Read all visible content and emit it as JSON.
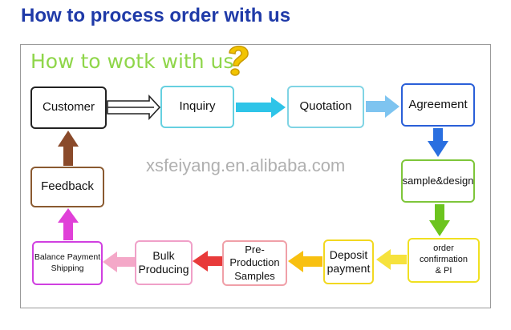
{
  "header": {
    "title": "How to process order with us"
  },
  "diagram": {
    "subtitle": "How to wotk with us",
    "watermark": "xsfeiyang.en.alibaba.com",
    "steps": {
      "customer": "Customer",
      "inquiry": "Inquiry",
      "quotation": "Quotation",
      "agreement": "Agreement",
      "sample_design": "sample&design",
      "order_confirmation_line1": "order confirmation",
      "order_confirmation_line2": "& PI",
      "deposit_line1": "Deposit",
      "deposit_line2": "payment",
      "pre_production_line1": "Pre-Production",
      "pre_production_line2": "Samples",
      "bulk_line1": "Bulk",
      "bulk_line2": "Producing",
      "balance_line1": "Balance Payment",
      "balance_line2": "Shipping",
      "feedback": "Feedback"
    },
    "colors": {
      "title": "#1f3aa8",
      "subtitle": "#8fd64a",
      "question_mark": "#f2c400",
      "customer_border": "#222222",
      "inquiry_border": "#66d0e0",
      "quotation_border": "#80d4e4",
      "agreement_border": "#2a5fd8",
      "sample_border": "#7ec63a",
      "order_border": "#f0e020",
      "deposit_border": "#f2d820",
      "pre_production_border": "#f0a0a8",
      "bulk_border": "#f0a0c8",
      "balance_border": "#d040e0",
      "feedback_border": "#8a5a30"
    }
  }
}
